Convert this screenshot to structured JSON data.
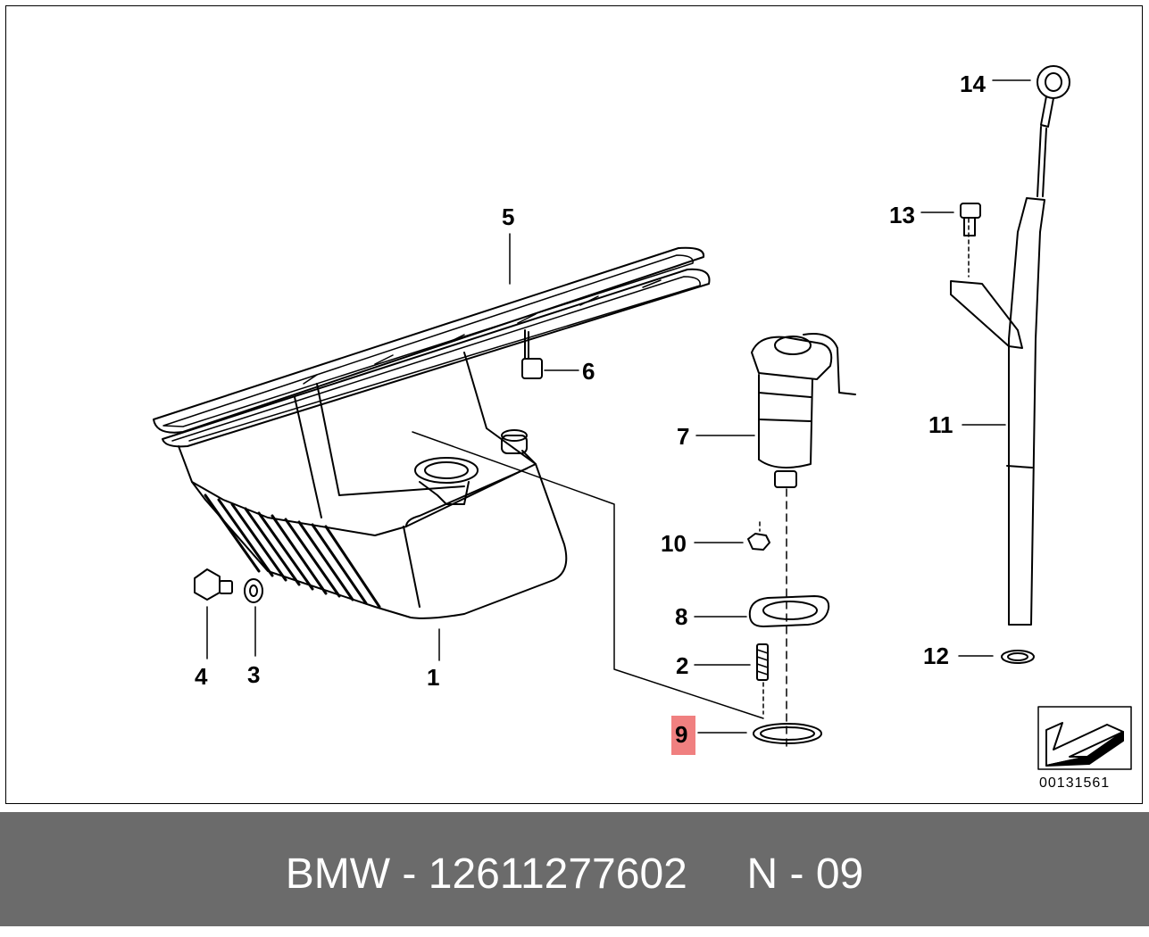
{
  "diagram": {
    "callouts": [
      {
        "id": "1",
        "label": "1"
      },
      {
        "id": "2",
        "label": "2"
      },
      {
        "id": "3",
        "label": "3"
      },
      {
        "id": "4",
        "label": "4"
      },
      {
        "id": "5",
        "label": "5"
      },
      {
        "id": "6",
        "label": "6"
      },
      {
        "id": "7",
        "label": "7"
      },
      {
        "id": "8",
        "label": "8"
      },
      {
        "id": "9",
        "label": "9",
        "highlighted": true
      },
      {
        "id": "10",
        "label": "10"
      },
      {
        "id": "11",
        "label": "11"
      },
      {
        "id": "12",
        "label": "12"
      },
      {
        "id": "13",
        "label": "13"
      },
      {
        "id": "14",
        "label": "14"
      }
    ],
    "highlight_color": "#f08080",
    "reference_number": "00131561"
  },
  "footer": {
    "text": "BMW - 12611277602     N - 09"
  }
}
